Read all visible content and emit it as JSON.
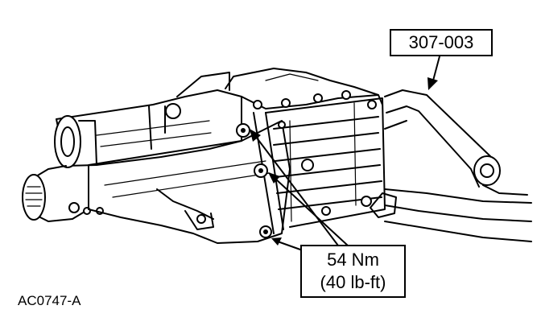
{
  "callouts": {
    "tool_number": "307-003",
    "torque_metric": "54 Nm",
    "torque_imperial": "(40 lb-ft)"
  },
  "figure_code": "AC0747-A"
}
